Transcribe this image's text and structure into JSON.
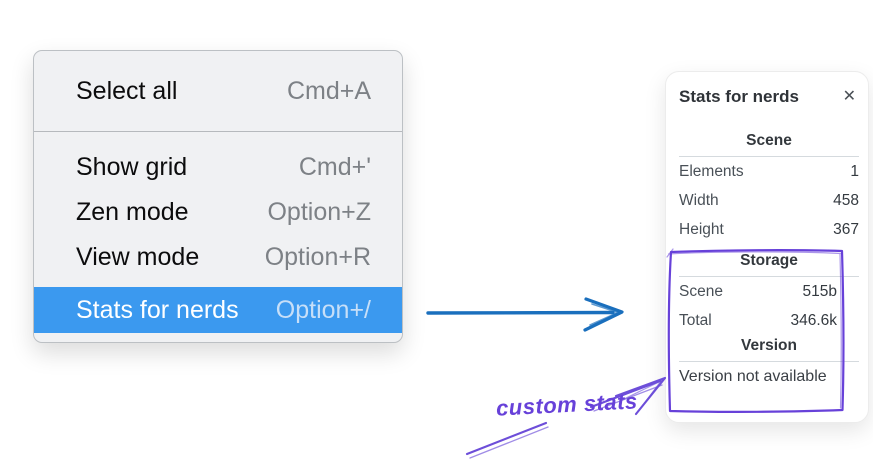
{
  "context_menu": {
    "sections": [
      {
        "items": [
          {
            "label": "Select all",
            "shortcut": "Cmd+A"
          }
        ]
      },
      {
        "items": [
          {
            "label": "Show grid",
            "shortcut": "Cmd+'"
          },
          {
            "label": "Zen mode",
            "shortcut": "Option+Z"
          },
          {
            "label": "View mode",
            "shortcut": "Option+R"
          },
          {
            "label": "Stats for nerds",
            "shortcut": "Option+/",
            "highlighted": true
          }
        ]
      }
    ],
    "highlight_color": "#3b99ef"
  },
  "stats_panel": {
    "title": "Stats for nerds",
    "close_icon": "✕",
    "scene": {
      "header": "Scene",
      "rows": [
        {
          "label": "Elements",
          "value": "1"
        },
        {
          "label": "Width",
          "value": "458"
        },
        {
          "label": "Height",
          "value": "367"
        }
      ]
    },
    "storage": {
      "header": "Storage",
      "rows": [
        {
          "label": "Scene",
          "value": "515b"
        },
        {
          "label": "Total",
          "value": "346.6k"
        }
      ]
    },
    "version": {
      "header": "Version",
      "note": "Version not available"
    }
  },
  "annotation": {
    "label": "custom stats",
    "color": "#6741d9"
  },
  "colors": {
    "arrow_blue": "#1a6fbd",
    "menu_highlight": "#3b99ef",
    "annotation_purple": "#6741d9"
  }
}
